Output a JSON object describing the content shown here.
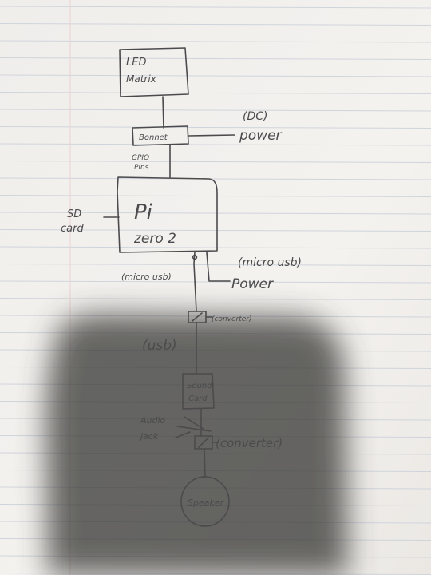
{
  "diagram": {
    "nodes": {
      "led_matrix": {
        "line1": "LED",
        "line2": "Matrix"
      },
      "bonnet": {
        "label": "Bonnet"
      },
      "pi": {
        "line1": "Pi",
        "line2": "zero 2"
      },
      "sound_card": {
        "line1": "Sound",
        "line2": "Card"
      },
      "converter_top": {
        "label": "(converter)"
      },
      "converter_bottom": {
        "label": "(converter)"
      },
      "speaker": {
        "label": "Speaker"
      }
    },
    "labels": {
      "dc_power_top": "(DC)",
      "dc_power_bottom": "power",
      "gpio_top": "GPIO",
      "gpio_bottom": "Pins",
      "sd_card_top": "SD",
      "sd_card_bottom": "card",
      "micro_usb_right": "(micro usb)",
      "power_right": "Power",
      "micro_usb_left": "(micro usb)",
      "usb": "(usb)",
      "audio_jack_top": "Audio",
      "audio_jack_bottom": "jack"
    },
    "colors": {
      "paper": "#f3f1ee",
      "ink": "#4b4b4d",
      "rule": "#c9cfd8",
      "margin": "#e8c7c7",
      "shadow": "#3a3836"
    }
  }
}
